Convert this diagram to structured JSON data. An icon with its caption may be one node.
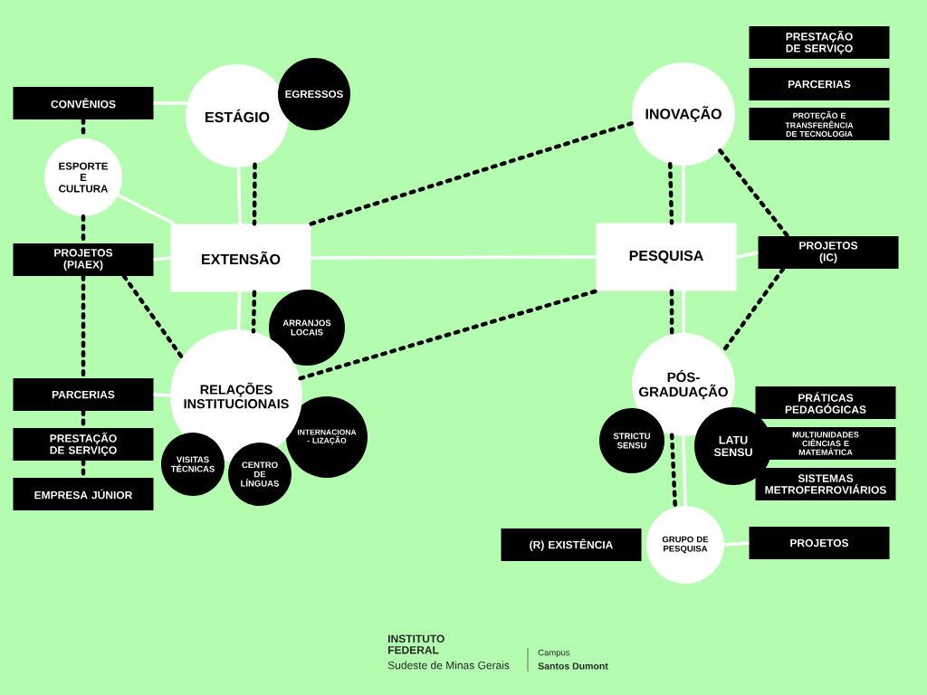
{
  "diagram": {
    "nodes": [
      {
        "text": [
          "CONVÊNIOS"
        ]
      },
      {
        "text": [
          "ESTÁGIO"
        ]
      },
      {
        "text": [
          "EGRESSOS"
        ]
      },
      {
        "text": [
          "ESPORTE E CULTURA"
        ]
      },
      {
        "text": [
          "PROJETOS (PIAEX)"
        ]
      },
      {
        "text": [
          "EXTENSÃO"
        ]
      },
      {
        "text": [
          "ARRANJOS LOCAIS"
        ]
      },
      {
        "text": [
          "RELAÇÕES INSTITUCIONAIS"
        ]
      },
      {
        "text": [
          "PARCERIAS"
        ]
      },
      {
        "text": [
          "INTERNACIONA - LIZAÇÃO"
        ]
      },
      {
        "text": [
          "PRESTAÇÃO DE SERVIÇO"
        ]
      },
      {
        "text": [
          "VISITAS TÉCNICAS"
        ]
      },
      {
        "text": [
          "CENTRO DE LÍNGUAS"
        ]
      },
      {
        "text": [
          "EMPRESA JÚNIOR"
        ]
      },
      {
        "text": [
          "PRESTAÇÃO DE SERVIÇO"
        ]
      },
      {
        "text": [
          "INOVAÇÃO"
        ]
      },
      {
        "text": [
          "PARCERIAS"
        ]
      },
      {
        "text": [
          "PROTEÇÃO E TRANSFERÊNCIA DE TECNOLOGIA"
        ]
      },
      {
        "text": [
          "PESQUISA"
        ]
      },
      {
        "text": [
          "PROJETOS (IC)"
        ]
      },
      {
        "text": [
          "PÓS- GRADUAÇÃO"
        ]
      },
      {
        "text": [
          "STRICTU SENSU"
        ]
      },
      {
        "text": [
          "PRÁTICAS PEDAGÓGICAS"
        ]
      },
      {
        "text": [
          "LATU SENSU"
        ]
      },
      {
        "text": [
          "MULTIUNIDADES CIÊNCIAS E MATEMÁTICA"
        ]
      },
      {
        "text": [
          "SISTEMAS METROFERROVIÁRIOS"
        ]
      },
      {
        "text": [
          "(R) EXISTÊNCIA"
        ]
      },
      {
        "text": [
          "GRUPO DE PESQUISA"
        ]
      },
      {
        "text": [
          "PROJETOS"
        ]
      }
    ],
    "edges": [
      {
        "from": 0,
        "to": 1,
        "arrow": "none",
        "color": "#ffffff"
      },
      {
        "from": 1,
        "to": 5,
        "arrow": "none",
        "color": "#ffffff"
      },
      {
        "from": 1,
        "to": 5,
        "arrow": "none",
        "style": "dashed"
      },
      {
        "from": 3,
        "to": 5,
        "arrow": "none",
        "color": "#ffffff"
      },
      {
        "from": 4,
        "to": 5,
        "arrow": "none",
        "color": "#ffffff"
      },
      {
        "from": 5,
        "to": 18,
        "arrow": "none",
        "color": "#ffffff"
      },
      {
        "from": 5,
        "to": 7,
        "arrow": "none",
        "color": "#ffffff"
      },
      {
        "from": 5,
        "to": 7,
        "arrow": "none",
        "style": "dashed"
      },
      {
        "from": 5,
        "to": 15,
        "arrow": "none",
        "style": "dashed"
      },
      {
        "from": 0,
        "to": 3,
        "arrow": "none",
        "style": "dashed"
      },
      {
        "from": 3,
        "to": 4,
        "arrow": "none",
        "style": "dashed"
      },
      {
        "from": 4,
        "to": 8,
        "arrow": "none",
        "style": "dashed"
      },
      {
        "from": 8,
        "to": 10,
        "arrow": "none",
        "style": "dashed"
      },
      {
        "from": 10,
        "to": 13,
        "arrow": "none",
        "style": "dashed"
      },
      {
        "from": 4,
        "to": 7,
        "arrow": "none",
        "style": "dashed"
      },
      {
        "from": 8,
        "to": 7,
        "arrow": "none",
        "color": "#ffffff"
      },
      {
        "from": 7,
        "to": 18,
        "arrow": "none",
        "style": "dashed"
      },
      {
        "from": 15,
        "to": 18,
        "arrow": "none",
        "color": "#ffffff"
      },
      {
        "from": 15,
        "to": 18,
        "arrow": "none",
        "style": "dashed"
      },
      {
        "from": 15,
        "to": 19,
        "arrow": "none",
        "style": "dashed"
      },
      {
        "from": 18,
        "to": 19,
        "arrow": "none",
        "color": "#ffffff"
      },
      {
        "from": 18,
        "to": 20,
        "arrow": "none",
        "color": "#ffffff"
      },
      {
        "from": 18,
        "to": 20,
        "arrow": "none",
        "style": "dashed"
      },
      {
        "from": 19,
        "to": 20,
        "arrow": "none",
        "style": "dashed"
      },
      {
        "from": 20,
        "to": 27,
        "arrow": "none",
        "color": "#ffffff"
      },
      {
        "from": 20,
        "to": 27,
        "arrow": "none",
        "style": "dashed"
      },
      {
        "from": 27,
        "to": 28,
        "arrow": "none",
        "color": "#ffffff"
      }
    ],
    "labels": [
      "INSTITUTO FEDERAL",
      "Sudeste de Minas Gerais",
      "Campus",
      "Santos Dumont"
    ]
  }
}
